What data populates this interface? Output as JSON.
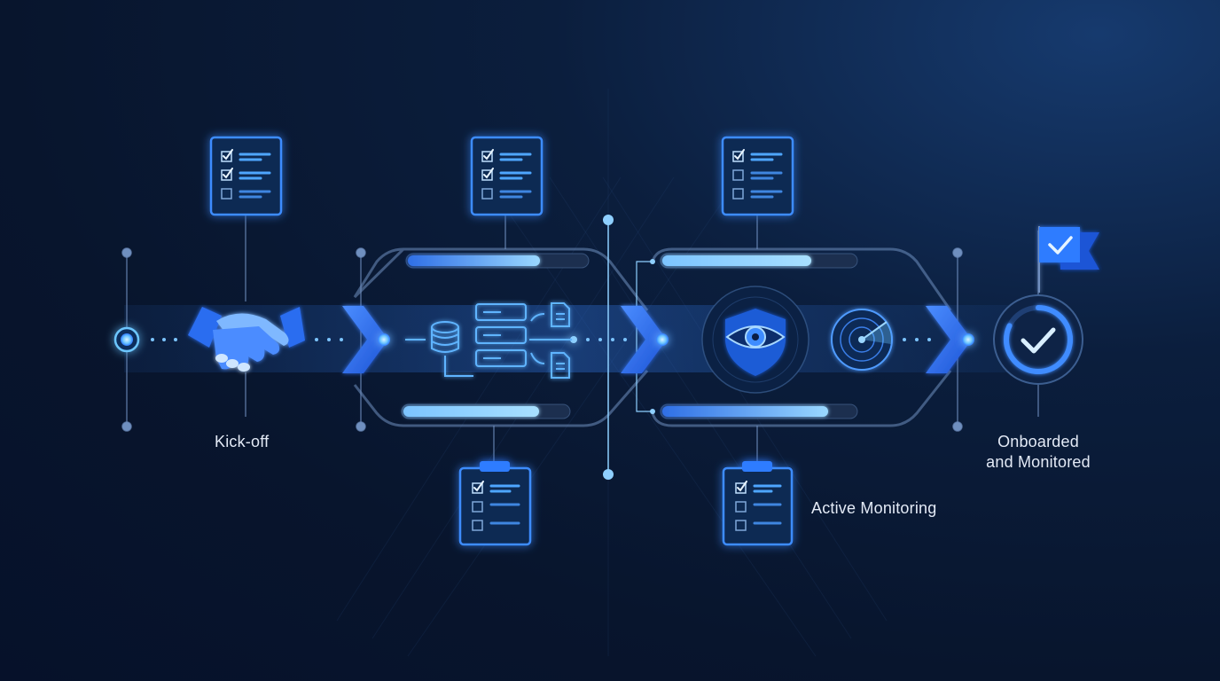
{
  "stages": {
    "kickoff": "Kick-off",
    "active_monitoring": "Active Monitoring",
    "onboarded_line1": "Onboarded",
    "onboarded_line2": "and Monitored"
  },
  "progress": {
    "intake_top": 0.74,
    "intake_bottom": 0.82,
    "monitor_top": 0.77,
    "monitor_bottom": 0.86,
    "final_ring": 0.82
  },
  "colors": {
    "accent": "#2f7bff",
    "accent_light": "#8fd0ff",
    "node": "#6cc6ff",
    "panel": "#0d2447",
    "background": "#08152d"
  },
  "icons": [
    "handshake-icon",
    "checklist-icon",
    "clipboard-icon",
    "database-icon",
    "server-stack-icon",
    "document-icon",
    "shield-eye-icon",
    "radar-icon",
    "check-circle-icon",
    "flag-check-icon",
    "chevron-arrow-icon"
  ]
}
